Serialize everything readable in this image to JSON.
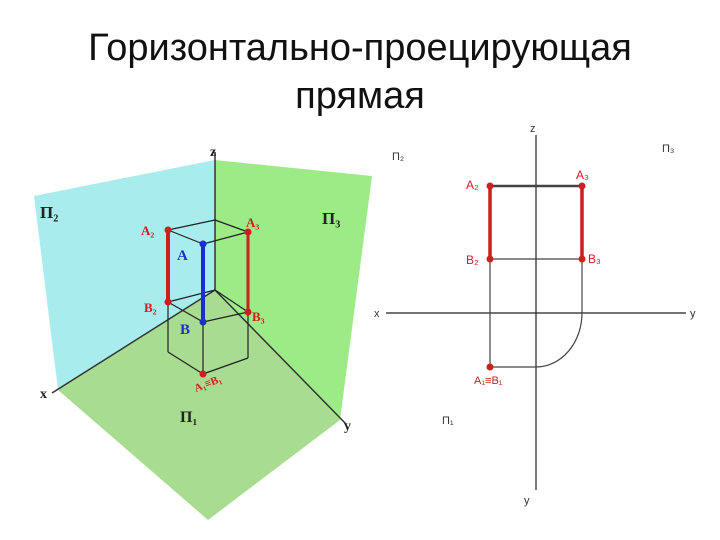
{
  "title": {
    "line1": "Горизонтально-проецирующая",
    "line2": "прямая"
  },
  "colors": {
    "plane_frontal": "#a8ecee",
    "plane_profile": "#9ceb86",
    "plane_horizontal": "#a8dc90",
    "projection_red": "#cc1f1f",
    "line_blue": "#1a2fd0",
    "line_black": "#222222"
  },
  "left_diagram": {
    "plane_v": "П₂",
    "plane_w": "П₃",
    "plane_h": "П₁",
    "axis_z": "z",
    "axis_x": "x",
    "axis_y": "y",
    "point_a2": "A₂",
    "point_a3": "A₃",
    "point_a": "A",
    "point_b2": "B₂",
    "point_b3": "B₃",
    "point_b": "B",
    "point_a1b1": "A₁≡B₁"
  },
  "right_diagram": {
    "plane_v": "П₂",
    "plane_w": "П₃",
    "plane_h": "П₁",
    "axis_z": "z",
    "axis_x": "x",
    "axis_y_right": "y",
    "axis_y_down": "y",
    "point_a2": "A₂",
    "point_a3": "A₃",
    "point_b2": "B₂",
    "point_b3": "B₃",
    "point_a1b1": "A₁≡B₁"
  }
}
